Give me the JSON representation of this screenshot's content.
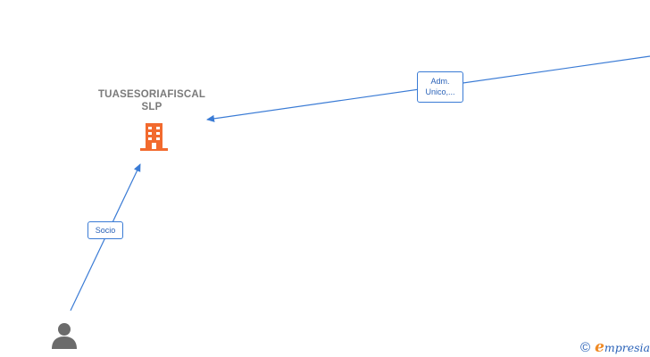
{
  "company": {
    "name_line1": "TUASESORIAFISCAL",
    "name_line2": "SLP",
    "icon": "building-icon",
    "icon_color": "#f26a2e"
  },
  "person": {
    "icon": "person-icon",
    "icon_color": "#6b6b6b"
  },
  "relations": [
    {
      "label_line1": "Adm.",
      "label_line2": "Unico,..."
    },
    {
      "label": "Socio"
    }
  ],
  "edge_color": "#3a7bd5",
  "brand": {
    "copyright": "©",
    "initial": "e",
    "rest": "mpresia",
    "initial_color": "#f08a24",
    "color": "#2a62b8"
  }
}
